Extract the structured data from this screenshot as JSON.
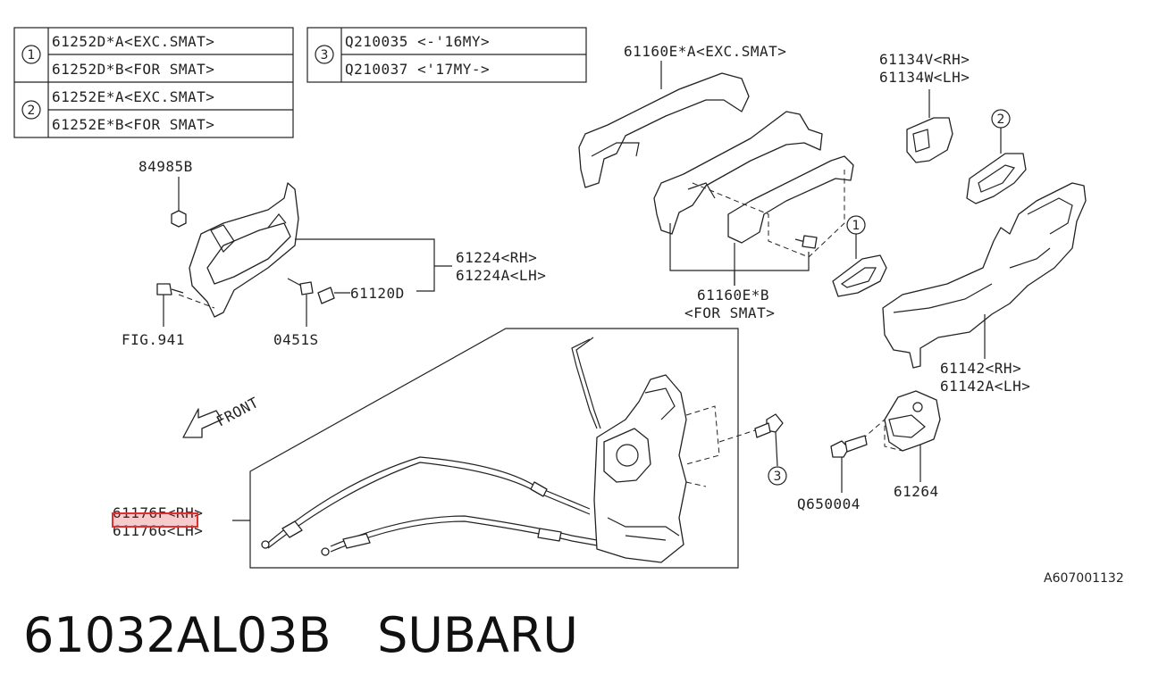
{
  "legend_a": {
    "rows": [
      {
        "num": "1",
        "text": "61252D*A<EXC.SMAT>"
      },
      {
        "num": "",
        "text": "61252D*B<FOR SMAT>"
      },
      {
        "num": "2",
        "text": "61252E*A<EXC.SMAT>"
      },
      {
        "num": "",
        "text": "61252E*B<FOR SMAT>"
      }
    ]
  },
  "legend_b": {
    "num": "3",
    "rows": [
      "Q210035  <-'16MY>",
      "Q210037  <'17MY->"
    ]
  },
  "labels": {
    "l84985b": "84985B",
    "l61224rh": "61224<RH>",
    "l61224lh": "61224A<LH>",
    "l61120d": "61120D",
    "lfig941": "FIG.941",
    "l0451s": "0451S",
    "l61160ea": "61160E*A<EXC.SMAT>",
    "l61160eb1": "61160E*B",
    "l61160eb2": "<FOR SMAT>",
    "l61134v": "61134V<RH>",
    "l61134w": "61134W<LH>",
    "l61142rh": "61142<RH>",
    "l61142lh": "61142A<LH>",
    "lq650004": "Q650004",
    "l61264": "61264",
    "l61176rh": "61176F<RH>",
    "l61176lh": "61176G<LH>",
    "lfront": "FRONT",
    "callout1": "1",
    "callout2": "2",
    "callout3": "3",
    "diagram_code": "A607001132"
  },
  "footer": {
    "part_number": "61032AL03B",
    "brand": "SUBARU"
  },
  "highlight_color": "#e03030"
}
